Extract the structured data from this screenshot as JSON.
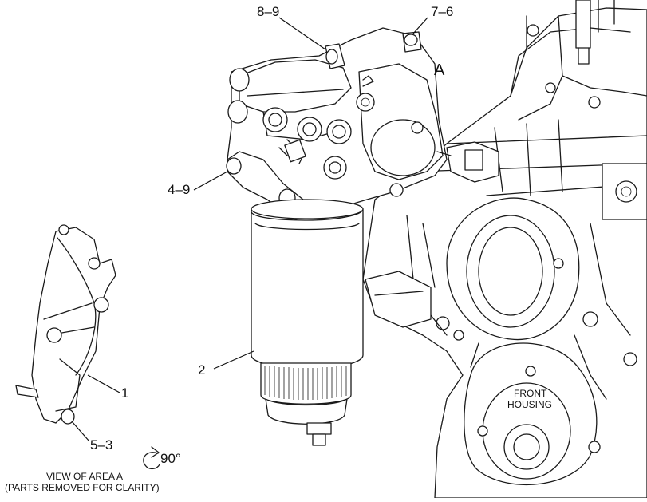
{
  "callouts": {
    "c1": "1",
    "c2": "2",
    "c4_9": "4–9",
    "c5_3": "5–3",
    "c7_6": "7–6",
    "c8_9": "8–9",
    "view_marker": "A"
  },
  "labels": {
    "front_housing_line1": "FRONT",
    "front_housing_line2": "HOUSING",
    "rotation": "90°",
    "view_caption_line1": "VIEW OF AREA A",
    "view_caption_line2": "(PARTS REMOVED FOR CLARITY)"
  },
  "icons": [
    "rotation-arrow-icon"
  ]
}
